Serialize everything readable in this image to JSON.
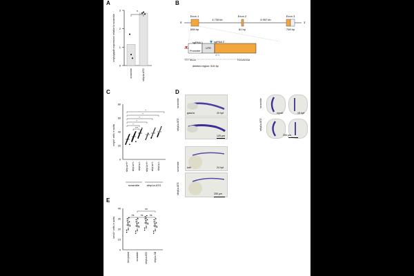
{
  "panels": {
    "A": "A",
    "B": "B",
    "C": "C",
    "D": "D",
    "E": "E"
  },
  "panelA": {
    "ylabel": "cmyb/gapdh expression relative to scramble",
    "ticks": [
      "0",
      "1",
      "2",
      "3"
    ],
    "significance": "*",
    "categories": [
      "scramble",
      "sltrp1a ATG"
    ],
    "values": [
      1.15,
      2.85
    ],
    "points": [
      [
        1.7,
        0.6,
        0.4
      ],
      [
        2.85,
        2.9,
        2.8
      ]
    ]
  },
  "panelB": {
    "exon1": "Exon 1",
    "exon1_bp": "698 bp",
    "exon2": "Exon 2",
    "exon2_bp": "81 bp",
    "exon3": "Exon 3",
    "exon3_bp": "708 bp",
    "intron1": "4 735 kb",
    "intron2": "6 957 kb",
    "five_prime": "5'",
    "three_prime": "3'",
    "sgrna1": "sgRNA 1",
    "sgrna2": "sgRNA 2",
    "promoter": "Promoter",
    "utr": "UTR",
    "atg": "ATG",
    "seq_left": "TTTTACA",
    "seq_right": "TGGAGGA",
    "deleted": "deleted region: 515 bp"
  },
  "panelC": {
    "ylabel": "cmyb+ cells in aorta",
    "ticks": [
      "0",
      "20",
      "40",
      "60",
      "80"
    ],
    "stars": [
      "*",
      "*",
      "*",
      "*",
      "*",
      "***"
    ],
    "categories": [
      "sltrp1a+/+",
      "sltrp1a+/-",
      "sltrp1a-/-",
      "sltrp1a+/+",
      "sltrp1a+/-",
      "sltrp1a-/-"
    ],
    "group1": "scramble",
    "group2": "sltrp1a ATG",
    "means": [
      29,
      33,
      38,
      36,
      38,
      40
    ]
  },
  "panelD": {
    "scramble": "scramble",
    "atg": "sltrp1a ATG",
    "gene1": "gata1a",
    "gene2": "myoD",
    "gene3": "kdrl",
    "t1": "20 hpf",
    "t2": "15 hpf",
    "t3": "24 hpf",
    "scale1": "125 µm",
    "scale2": "250 µm",
    "scale3": "250 µm"
  },
  "panelE": {
    "ylabel": "runx1+ cells in aorta",
    "ticks": [
      "0",
      "10",
      "20",
      "30",
      "40"
    ],
    "ns": [
      "ns",
      "ns",
      "ns",
      "ns"
    ],
    "categories": [
      "Uninjected",
      "scramble",
      "sltrp1a ATG",
      "sltrp1a SB"
    ],
    "means": [
      24,
      23,
      26,
      23
    ]
  }
}
